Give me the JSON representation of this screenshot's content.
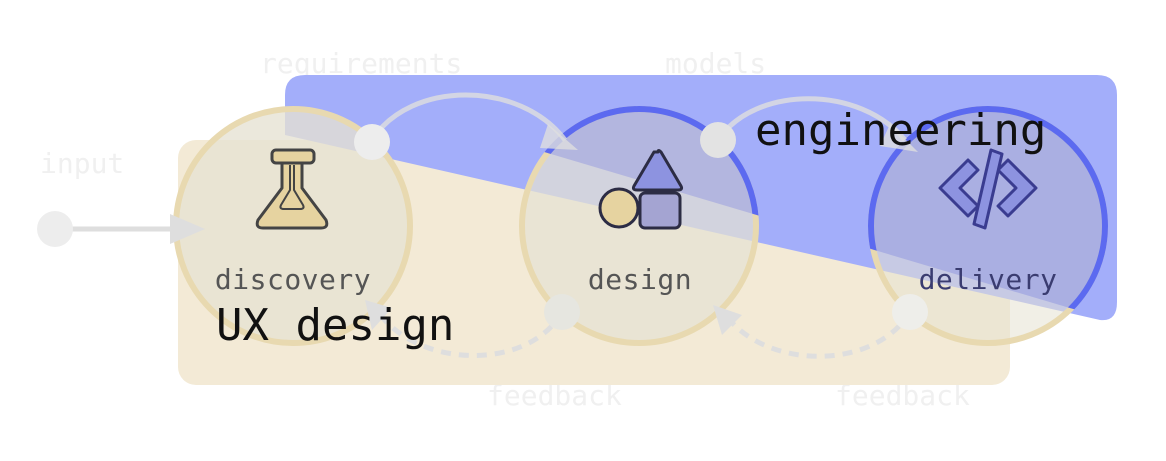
{
  "regions": {
    "engineering": {
      "label": "engineering",
      "color": "#a3aefa"
    },
    "ux_design": {
      "label": "UX design",
      "color": "#f3ead6"
    }
  },
  "stages": [
    {
      "id": "discovery",
      "label": "discovery",
      "icon": "flask-icon"
    },
    {
      "id": "design",
      "label": "design",
      "icon": "shapes-icon"
    },
    {
      "id": "delivery",
      "label": "delivery",
      "icon": "code-icon"
    }
  ],
  "flows": {
    "input": "input",
    "requirements": "requirements",
    "models": "models",
    "feedback_1": "feedback",
    "feedback_2": "feedback"
  },
  "colors": {
    "accent_blue": "#5c6af0",
    "accent_tan": "#e8d9b0",
    "stage_fill": "#e5e2d2",
    "connector": "#dedede",
    "icon_fill_tan": "#e6d3a0",
    "icon_fill_blue": "#8d93e0"
  }
}
